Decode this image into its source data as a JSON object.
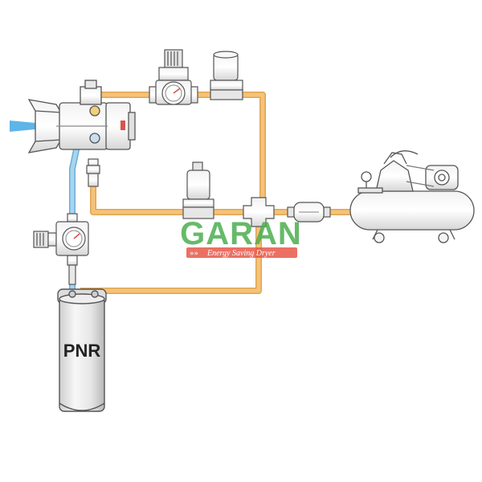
{
  "tank": {
    "label": "PNR"
  },
  "watermark": {
    "name": "GARAN",
    "tagline": "Energy Saving Dryer"
  },
  "colors": {
    "air_line": "#f5c27a",
    "air_line_edge": "#e0a552",
    "liquid_line": "#a8d4ef",
    "liquid_line_edge": "#6aaed6",
    "spray": "#5fb4e8",
    "component_fill": "#f4f4f4",
    "component_stroke": "#555555",
    "gauge_face": "#ffffff",
    "gauge_accent": "#d9534f",
    "watermark_green": "#4caf50",
    "watermark_red": "#e8584a"
  }
}
